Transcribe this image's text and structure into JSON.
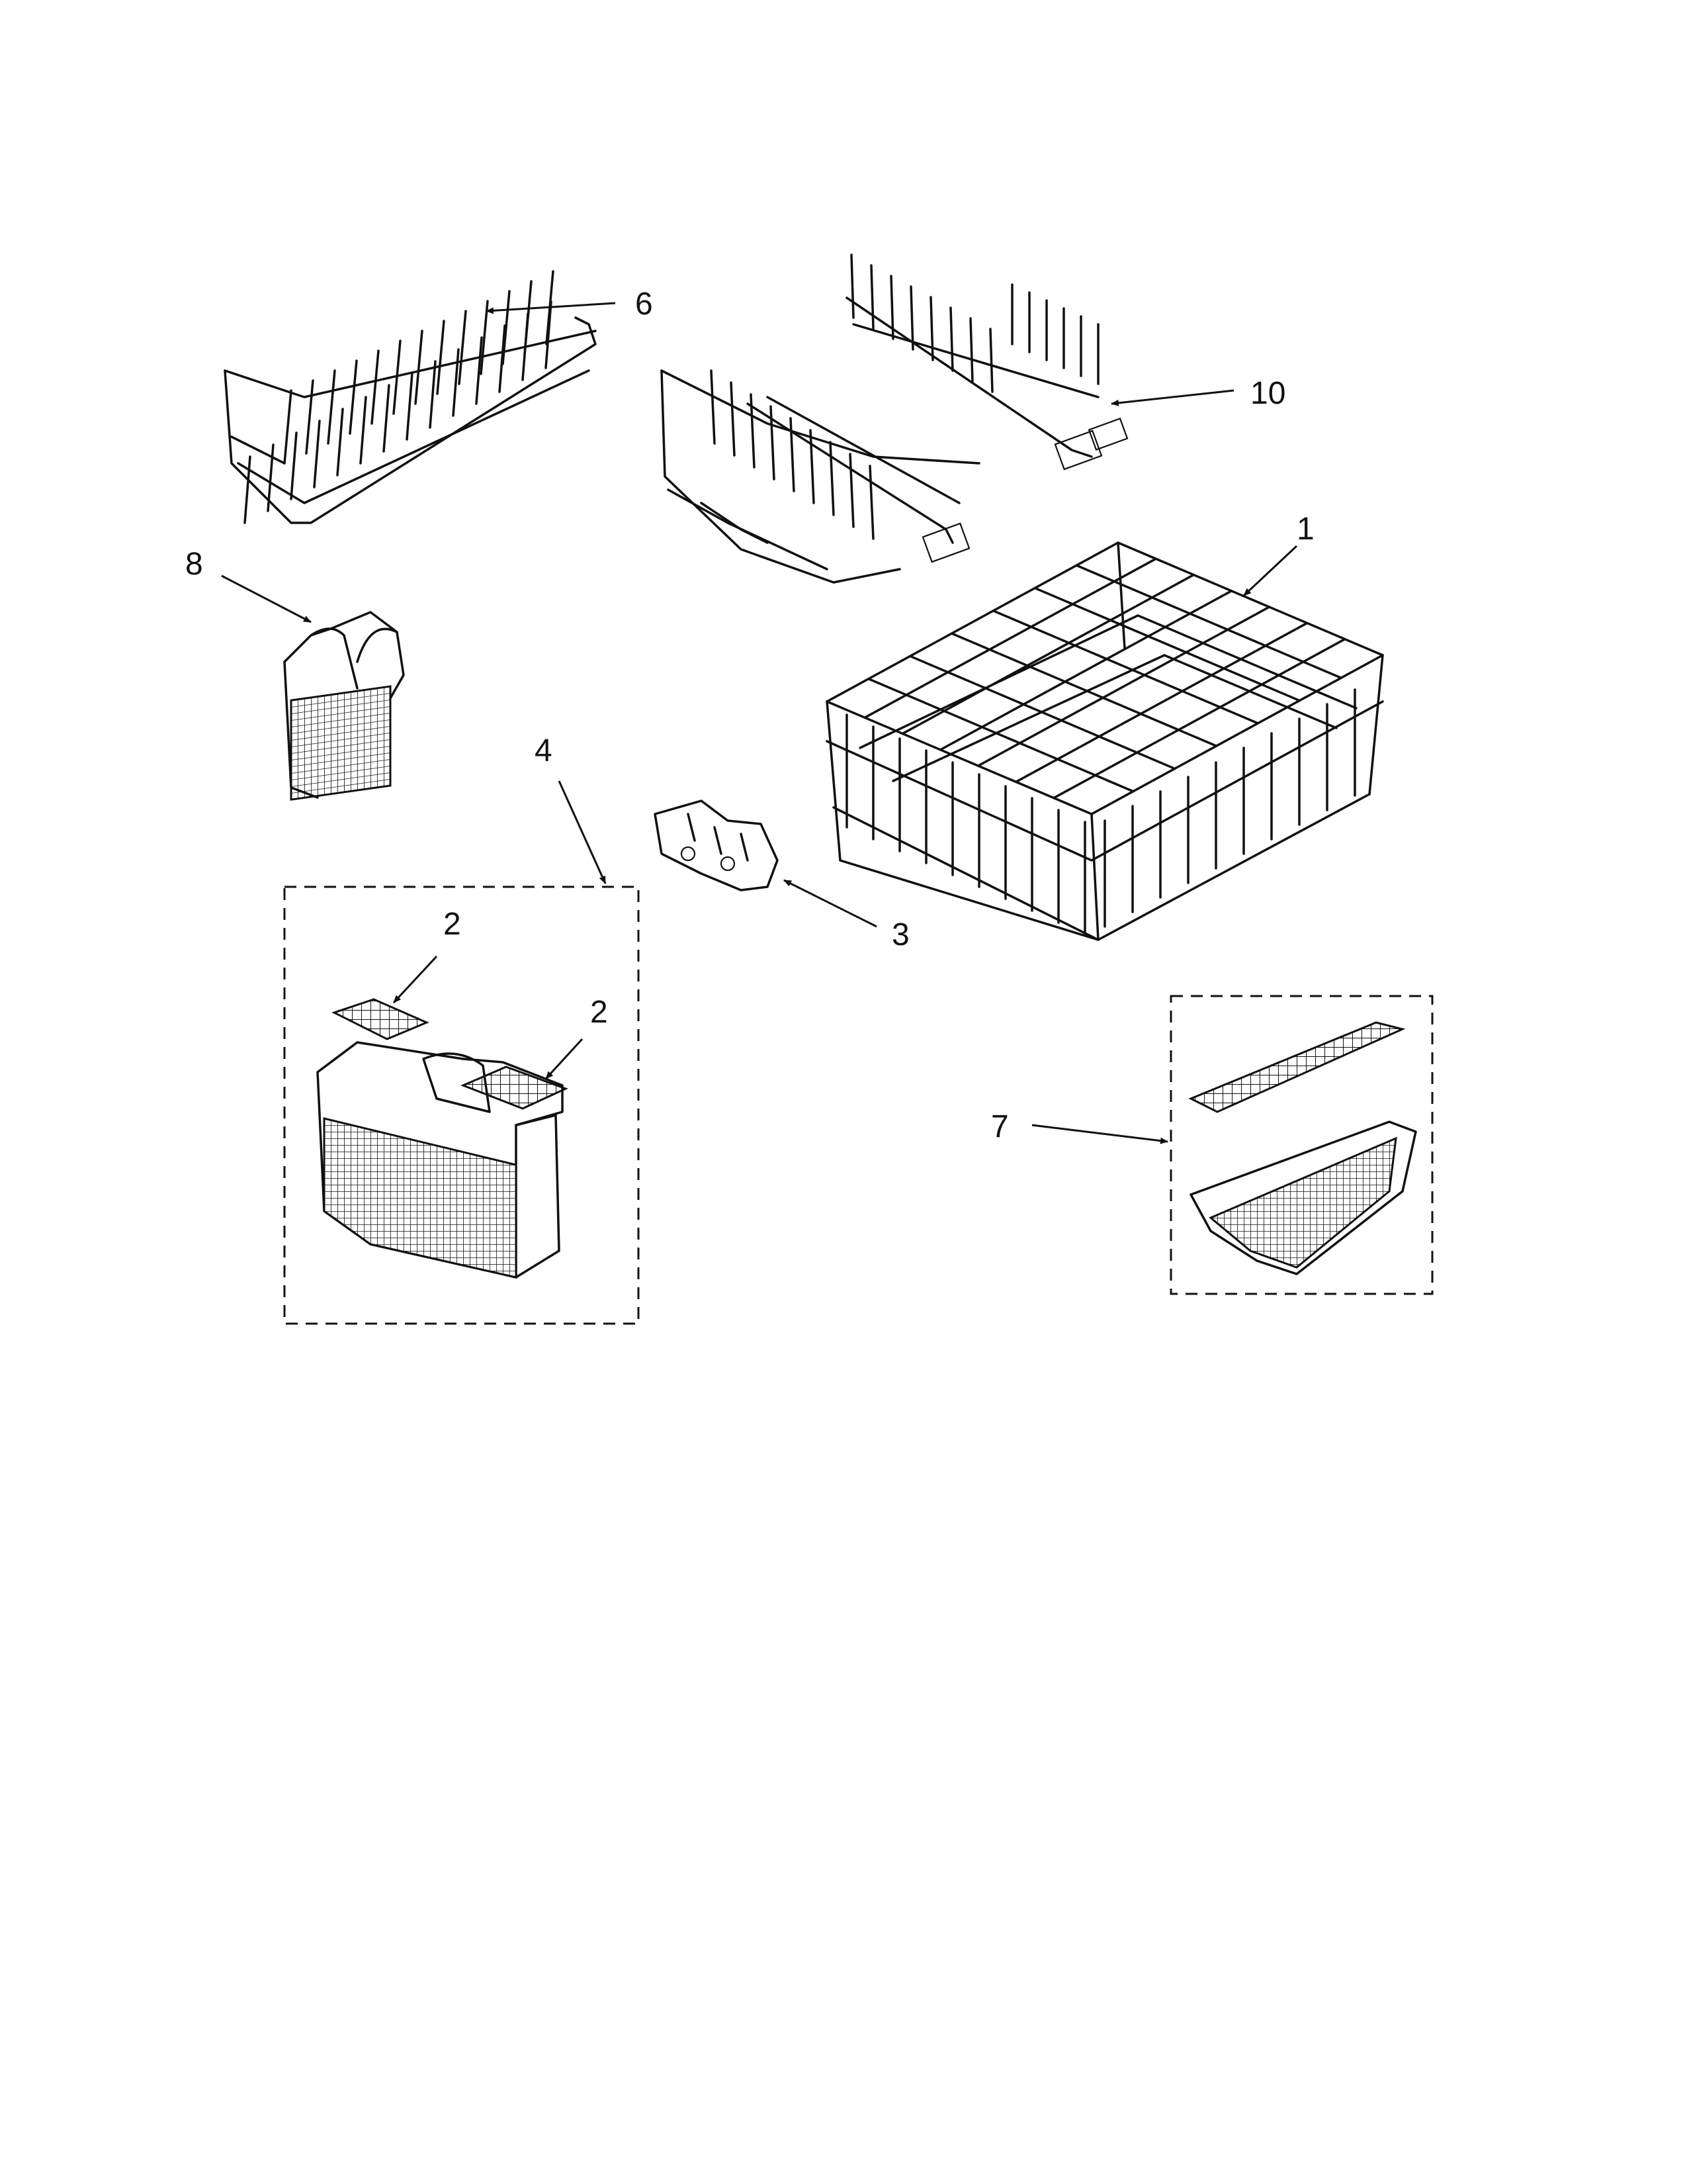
{
  "callouts": [
    {
      "id": "c1",
      "label": "1",
      "part": "lower-dishrack"
    },
    {
      "id": "c2a",
      "label": "2",
      "part": "silverware-basket-lid"
    },
    {
      "id": "c2b",
      "label": "2",
      "part": "silverware-basket-lid"
    },
    {
      "id": "c3",
      "label": "3",
      "part": "rack-clip"
    },
    {
      "id": "c4",
      "label": "4",
      "part": "silverware-basket-assembly"
    },
    {
      "id": "c6",
      "label": "6",
      "part": "fold-down-tine-row"
    },
    {
      "id": "c7",
      "label": "7",
      "part": "small-basket-assembly"
    },
    {
      "id": "c8",
      "label": "8",
      "part": "utensil-basket"
    },
    {
      "id": "c10",
      "label": "10",
      "part": "fold-down-tine-assembly"
    }
  ]
}
